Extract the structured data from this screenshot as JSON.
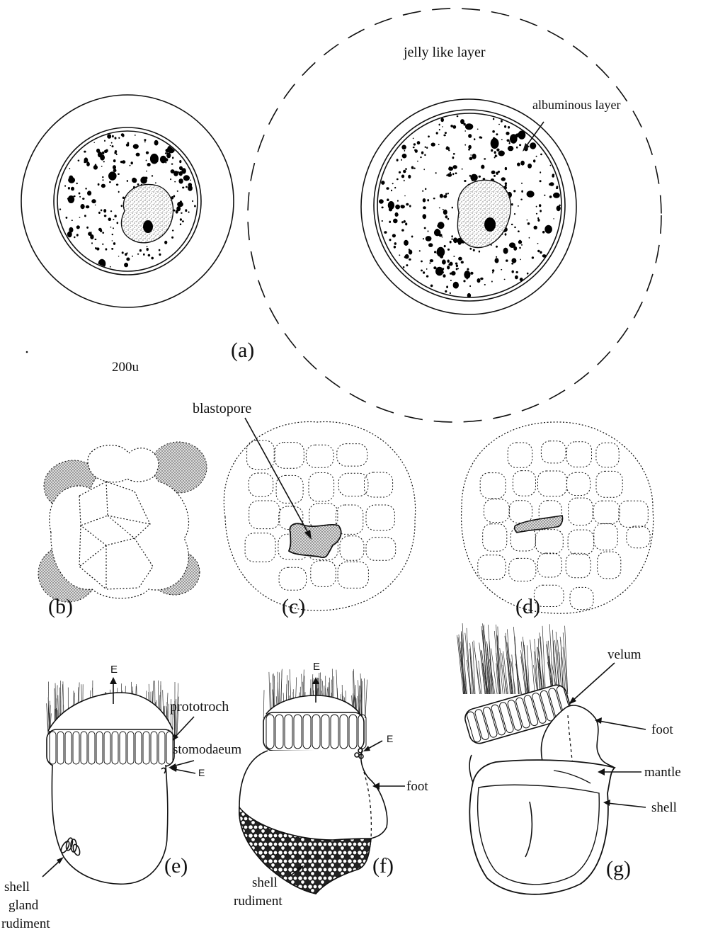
{
  "panels": {
    "a": {
      "label": "(a)",
      "jelly_layer_label": "jelly like layer",
      "albuminous_label": "albuminous layer",
      "scale_label": "200u"
    },
    "b": {
      "label": "(b)"
    },
    "c": {
      "label": "(c)",
      "blastopore_label": "blastopore"
    },
    "d": {
      "label": "(d)"
    },
    "e": {
      "label": "(e)",
      "e_top": "E",
      "prototroch_label": "prototroch",
      "stomodaeum_label": "stomodaeum",
      "e_side": "E",
      "shell_gland_label_1": "shell",
      "shell_gland_label_2": "gland",
      "shell_gland_label_3": "rudiment"
    },
    "f": {
      "label": "(f)",
      "e_top": "E",
      "e_side": "E",
      "foot_label": "foot",
      "shell_rudiment_label_1": "shell",
      "shell_rudiment_label_2": "rudiment"
    },
    "g": {
      "label": "(g)",
      "velum_label": "velum",
      "foot_label": "foot",
      "mantle_label": "mantle",
      "shell_label": "shell"
    }
  }
}
